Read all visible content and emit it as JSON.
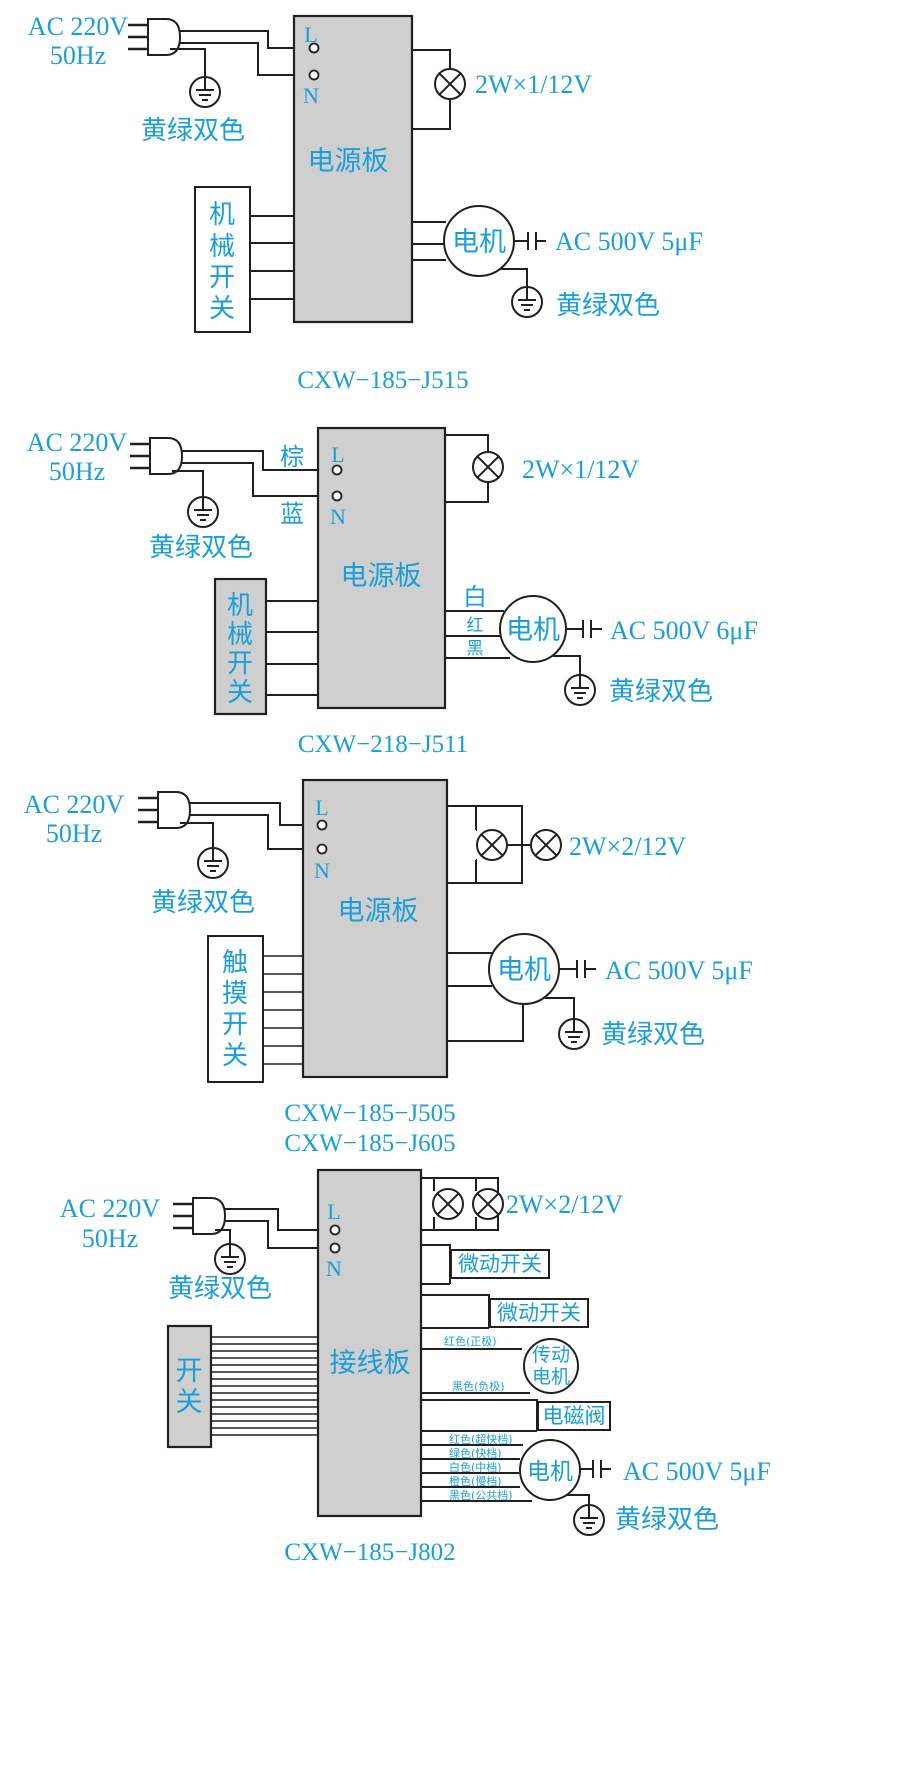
{
  "diagrams": [
    {
      "model": "CXW−185−J515",
      "power_input": [
        "AC 220V",
        "50Hz"
      ],
      "terminal_l": "L",
      "terminal_n": "N",
      "ground_label": "黄绿双色",
      "board_label": "电源板",
      "lamp_label": "2W×1/12V",
      "motor_label": "电机",
      "capacitor_label": "AC 500V 5μF",
      "motor_ground_label": "黄绿双色",
      "switch_label": [
        "机",
        "械",
        "开",
        "关"
      ]
    },
    {
      "model": "CXW−218−J511",
      "power_input": [
        "AC 220V",
        "50Hz"
      ],
      "terminal_l": "L",
      "terminal_n": "N",
      "wire_l_color": "棕",
      "wire_n_color": "蓝",
      "ground_label": "黄绿双色",
      "board_label": "电源板",
      "lamp_label": "2W×1/12V",
      "motor_label": "电机",
      "motor_wires": [
        "白",
        "红",
        "黑"
      ],
      "capacitor_label": "AC 500V 6μF",
      "motor_ground_label": "黄绿双色",
      "switch_label": [
        "机",
        "械",
        "开",
        "关"
      ]
    },
    {
      "model": [
        "CXW−185−J505",
        "CXW−185−J605"
      ],
      "power_input": [
        "AC 220V",
        "50Hz"
      ],
      "terminal_l": "L",
      "terminal_n": "N",
      "ground_label": "黄绿双色",
      "board_label": "电源板",
      "lamp_label": "2W×2/12V",
      "motor_label": "电机",
      "capacitor_label": "AC 500V 5μF",
      "motor_ground_label": "黄绿双色",
      "switch_label": [
        "触",
        "摸",
        "开",
        "关"
      ]
    },
    {
      "model": "CXW−185−J802",
      "power_input": [
        "AC 220V",
        "50Hz"
      ],
      "terminal_l": "L",
      "terminal_n": "N",
      "ground_label": "黄绿双色",
      "board_label": "接线板",
      "lamp_label": "2W×2/12V",
      "micro_switch_1": "微动开关",
      "micro_switch_2": "微动开关",
      "drive_motor_label": [
        "传动",
        "电机"
      ],
      "drive_wire_pos": "红色(正极)",
      "drive_wire_neg": "黑色(负极)",
      "solenoid_label": "电磁阀",
      "motor_label": "电机",
      "motor_wires": [
        "红色(超快档)",
        "绿色(快档)",
        "白色(中档)",
        "橙色(慢档)",
        "黑色(公共档)"
      ],
      "capacitor_label": "AC 500V 5μF",
      "motor_ground_label": "黄绿双色",
      "switch_label": [
        "开",
        "关"
      ]
    }
  ]
}
